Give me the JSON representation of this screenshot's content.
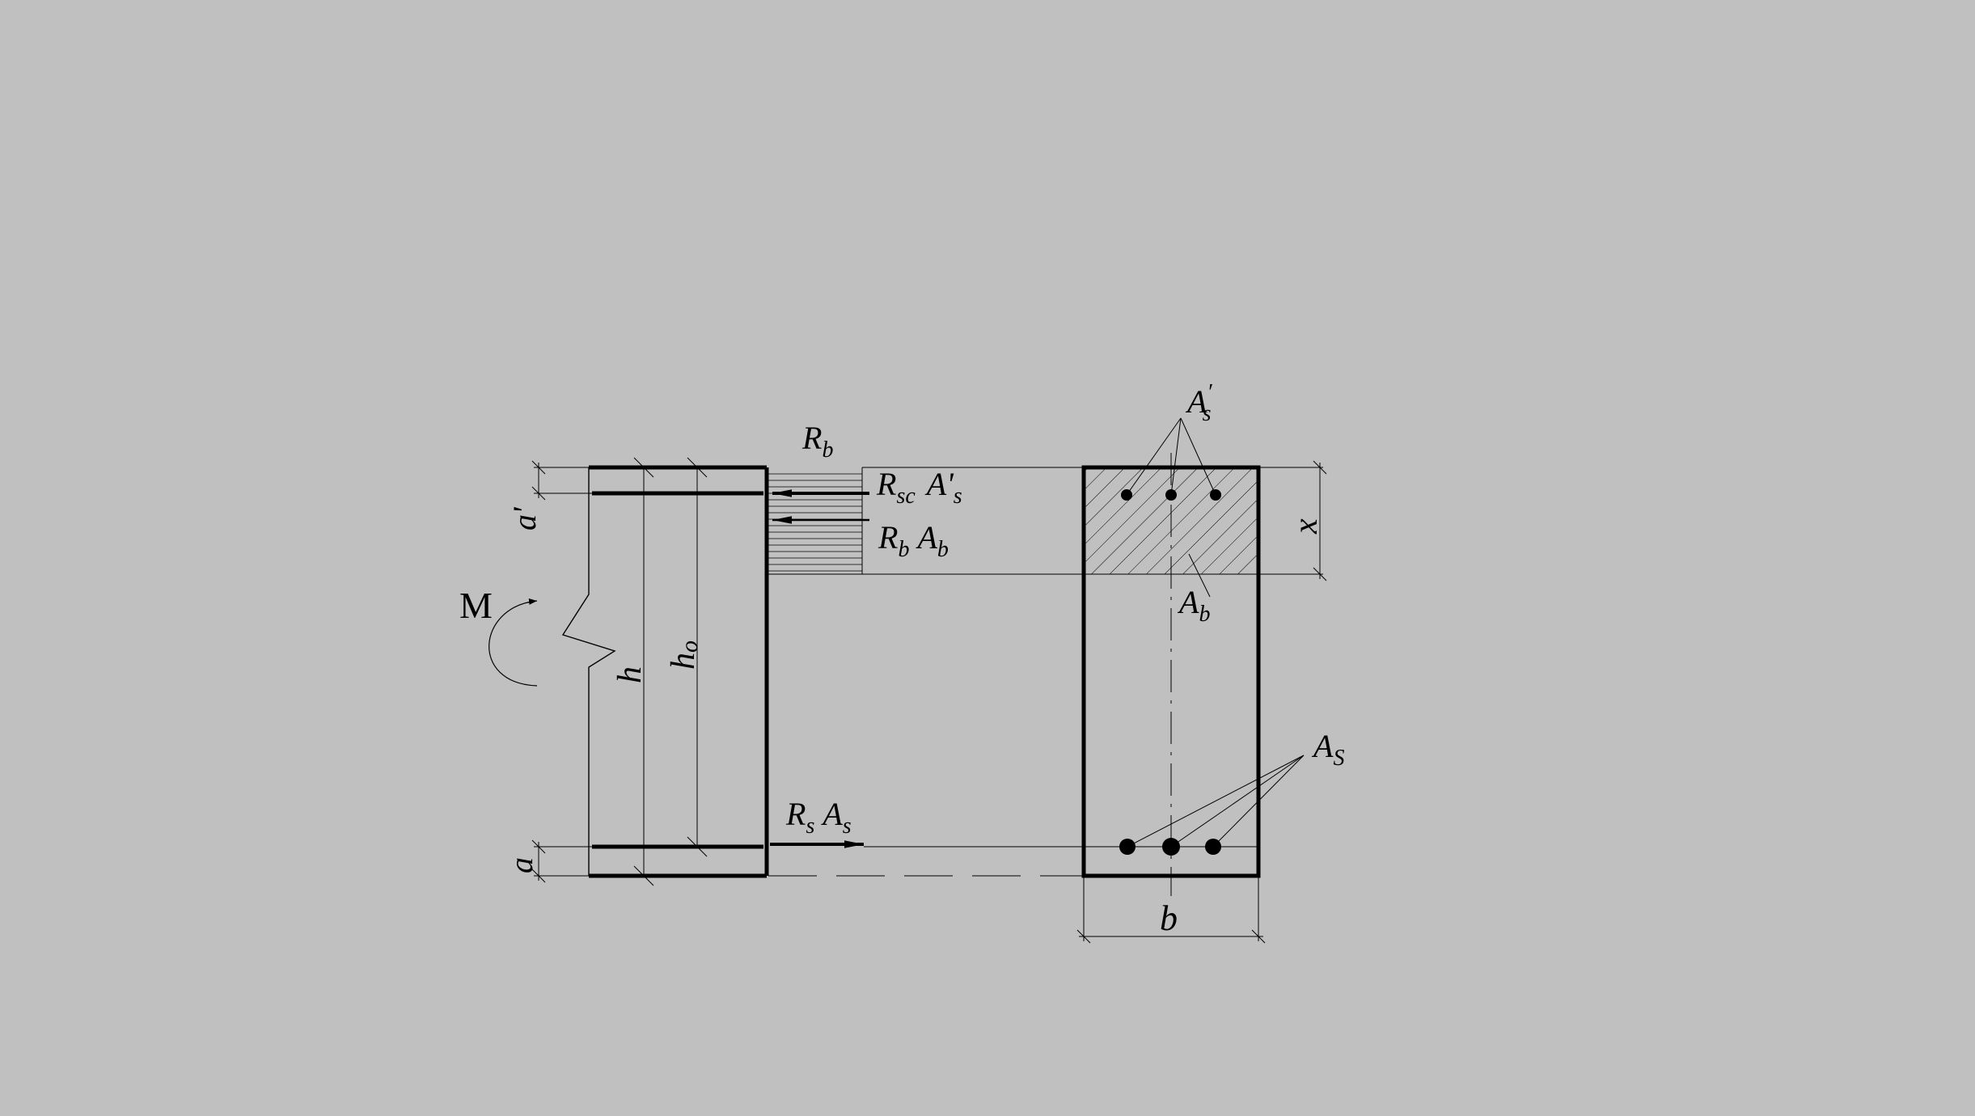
{
  "colors": {
    "background": "#c0c0c0",
    "line": "#000000"
  },
  "labels": {
    "moment": "M",
    "h": "h",
    "h0_main": "h",
    "h0_sub": "o",
    "a_top": "a'",
    "a_bottom": "a",
    "rb_main": "R",
    "rb_sub": "b",
    "rsc_main": "R",
    "rsc_sub": "sc",
    "rsc_as_main": "A'",
    "rsc_as_sub": "s",
    "rbab_r_main": "R",
    "rbab_r_sub": "b",
    "rbab_a_main": "A",
    "rbab_a_sub": "b",
    "rsas_r_main": "R",
    "rsas_r_sub": "s",
    "rsas_a_main": "A",
    "rsas_a_sub": "s",
    "as_top_main": "A",
    "as_top_sup": "′",
    "as_top_sub": "s",
    "ab_main": "A",
    "ab_sub": "b",
    "as_bottom_main": "A",
    "as_bottom_sub": "S",
    "x": "x",
    "b": "b"
  }
}
